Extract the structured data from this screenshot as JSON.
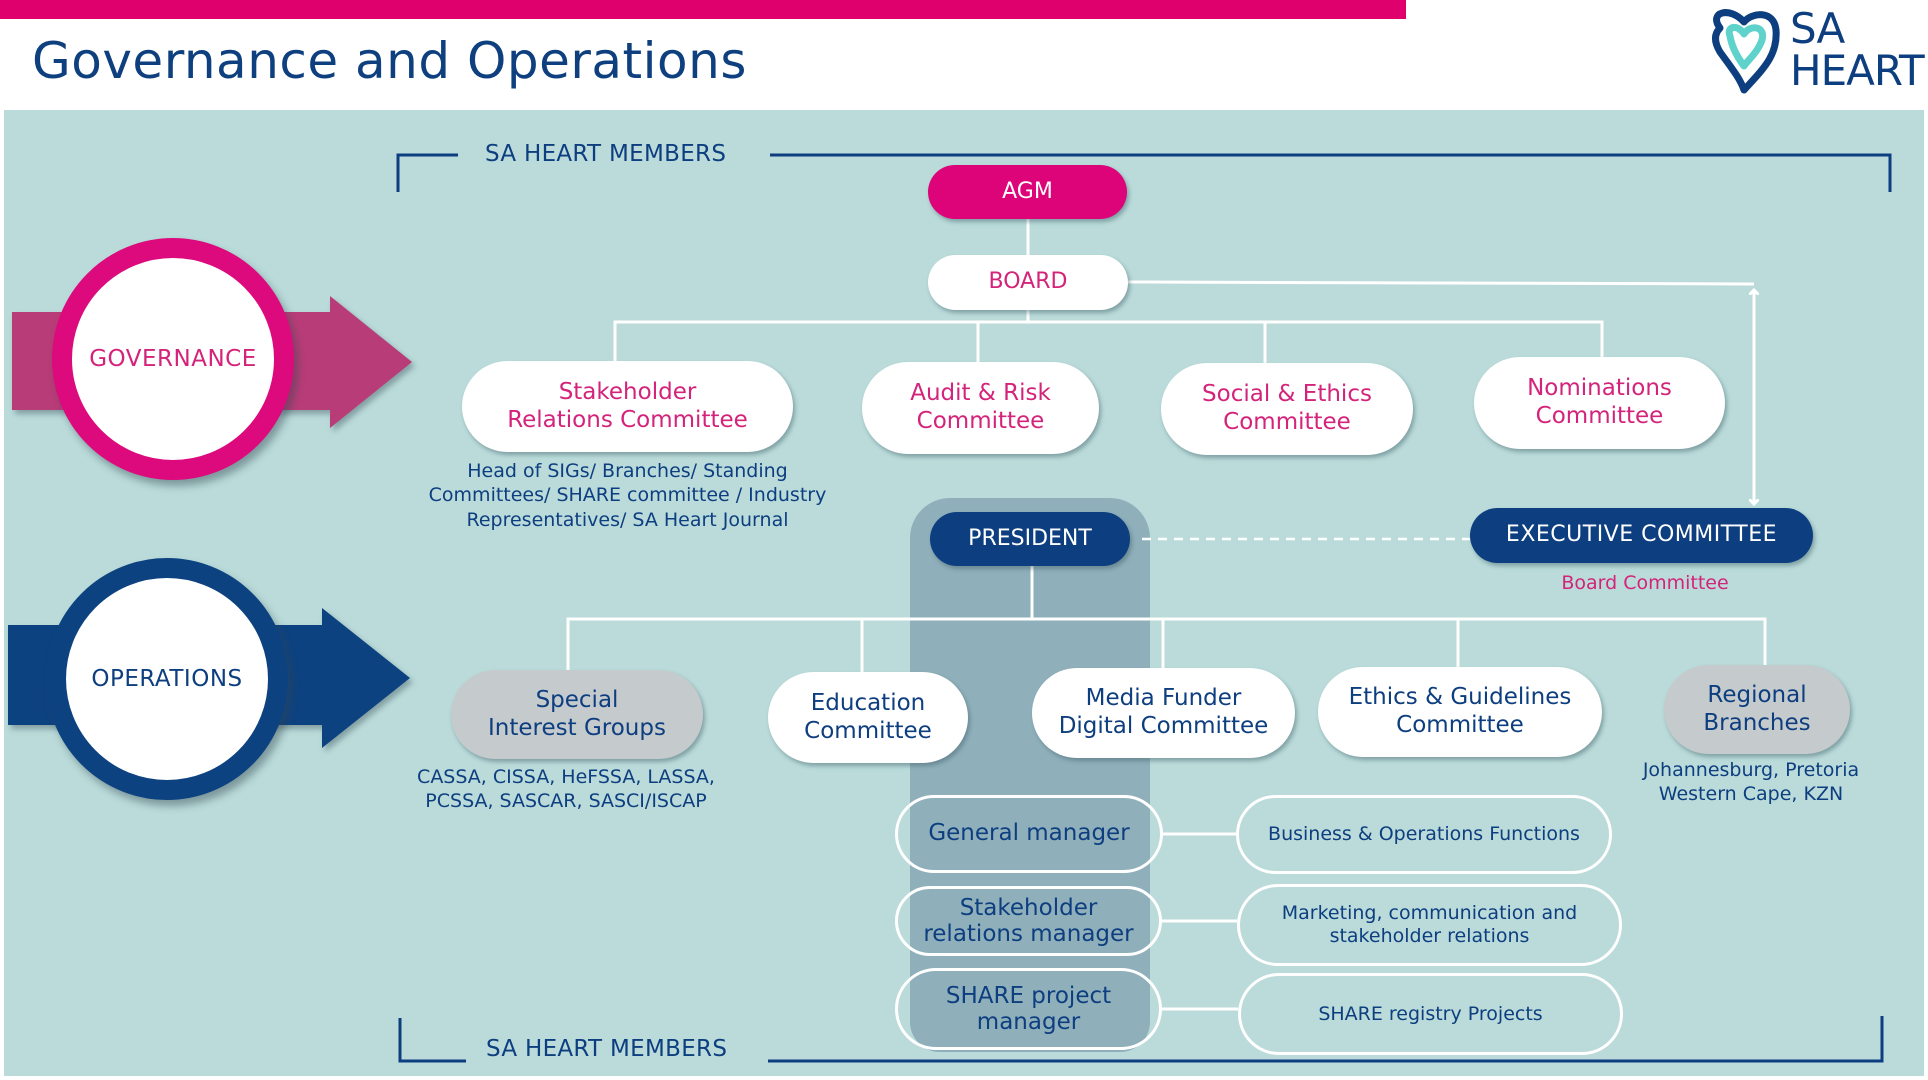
{
  "header": {
    "title": "Governance and Operations",
    "logo": {
      "line1": "SA",
      "line2": "HEART",
      "icon": "heart-logo-icon"
    }
  },
  "colors": {
    "magenta": "#dd0379",
    "navy": "#0d3e7f",
    "panel": "#badbda",
    "grey_box": "#c5cacd",
    "president_column": "#8fb0bb"
  },
  "members_label_top": "SA HEART MEMBERS",
  "members_label_bottom": "SA HEART MEMBERS",
  "sections": {
    "governance": "GOVERNANCE",
    "operations": "OPERATIONS"
  },
  "governance": {
    "agm": "AGM",
    "board": "BOARD",
    "committees": [
      {
        "line1": "Stakeholder",
        "line2": "Relations Committee"
      },
      {
        "line1": "Audit & Risk",
        "line2": "Committee"
      },
      {
        "line1": "Social & Ethics",
        "line2": "Committee"
      },
      {
        "line1": "Nominations",
        "line2": "Committee"
      }
    ],
    "stakeholder_note": [
      "Head of SIGs/ Branches/ Standing",
      "Committees/ SHARE committee / Industry",
      "Representatives/ SA Heart Journal"
    ]
  },
  "operations": {
    "president": "PRESIDENT",
    "executive_committee": "EXECUTIVE COMMITTEE",
    "executive_note": "Board Committee",
    "committees": [
      {
        "line1": "Special",
        "line2": "Interest Groups"
      },
      {
        "line1": "Education",
        "line2": "Committee"
      },
      {
        "line1": "Media Funder",
        "line2": "Digital Committee"
      },
      {
        "line1": "Ethics & Guidelines",
        "line2": "Committee"
      },
      {
        "line1": "Regional",
        "line2": "Branches"
      }
    ],
    "sig_note": [
      "CASSA, CISSA, HeFSSA, LASSA,",
      "PCSSA, SASCAR, SASCI/ISCAP"
    ],
    "regional_note": [
      "Johannesburg, Pretoria",
      "Western Cape, KZN"
    ],
    "managers": [
      {
        "role_line1": "General manager",
        "role_line2": "",
        "function_line1": "Business & Operations Functions",
        "function_line2": ""
      },
      {
        "role_line1": "Stakeholder",
        "role_line2": "relations manager",
        "function_line1": "Marketing, communication and",
        "function_line2": "stakeholder relations"
      },
      {
        "role_line1": "SHARE project",
        "role_line2": "manager",
        "function_line1": "SHARE registry Projects",
        "function_line2": ""
      }
    ]
  }
}
